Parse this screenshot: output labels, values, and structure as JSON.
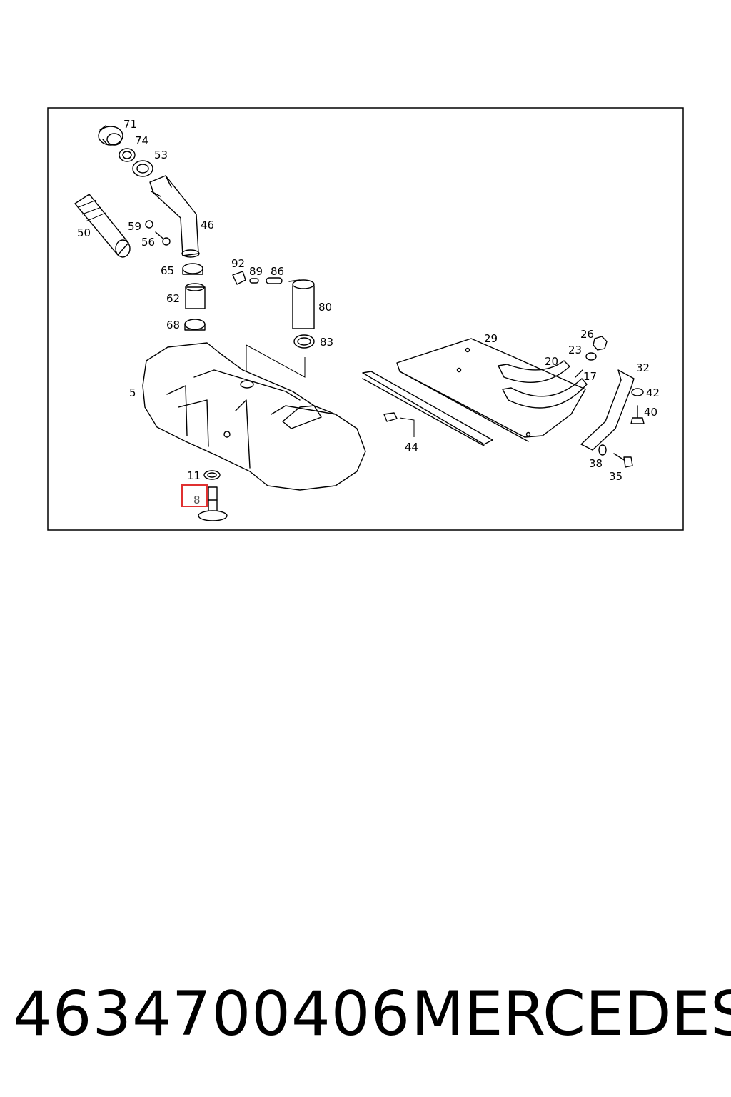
{
  "diagram": {
    "callouts": [
      "71",
      "74",
      "53",
      "50",
      "59",
      "46",
      "56",
      "65",
      "92",
      "89",
      "86",
      "62",
      "80",
      "68",
      "83",
      "5",
      "29",
      "26",
      "23",
      "20",
      "17",
      "32",
      "42",
      "40",
      "44",
      "11",
      "38",
      "35",
      "8"
    ],
    "highlighted_callout": "8",
    "highlight_color": "#e03030"
  },
  "footer": {
    "part_number": "4634700406",
    "brand": "MERCEDES"
  }
}
